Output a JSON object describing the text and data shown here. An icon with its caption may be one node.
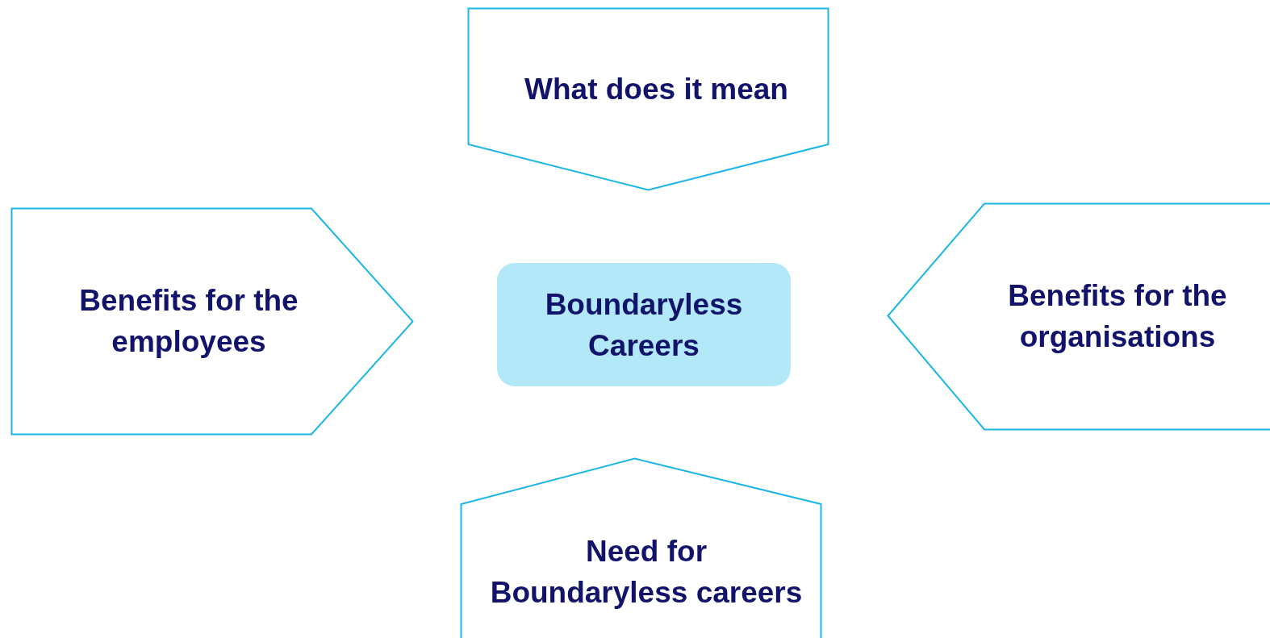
{
  "diagram": {
    "nodes": [
      {
        "text": [
          "What does it mean"
        ]
      },
      {
        "text": [
          "Benefits for the employees"
        ]
      },
      {
        "text": [
          "Boundaryless Careers"
        ]
      },
      {
        "text": [
          "Benefits for the organisations"
        ]
      },
      {
        "text": [
          "Need for Boundaryless careers"
        ]
      }
    ]
  }
}
